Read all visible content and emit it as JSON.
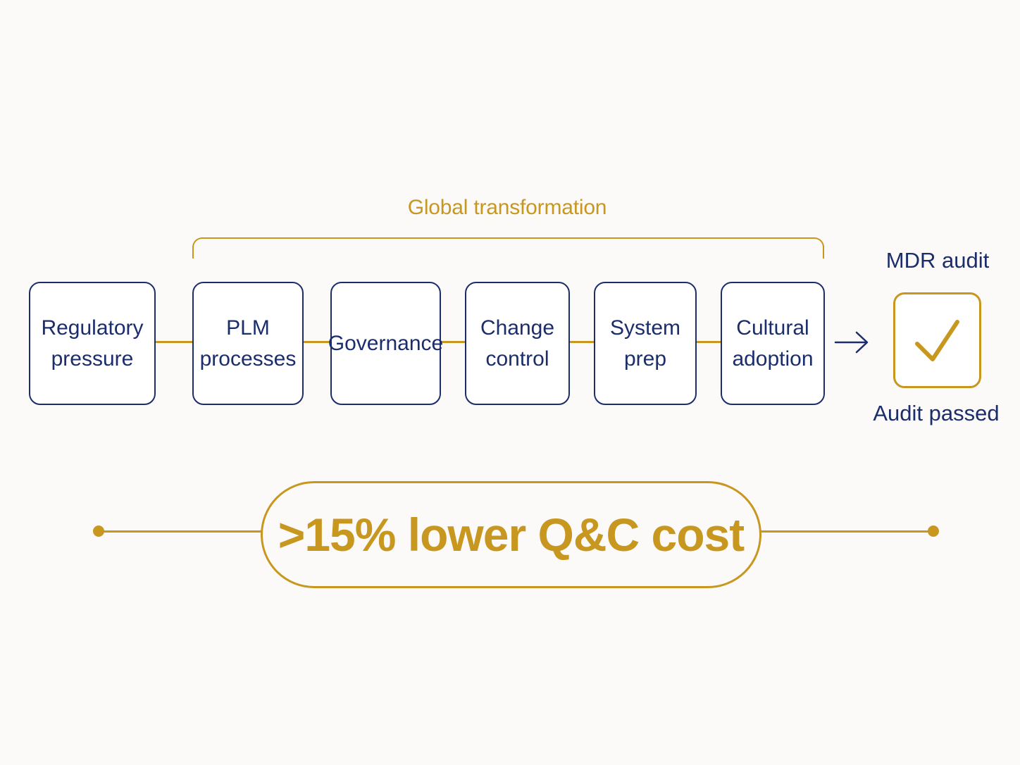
{
  "bracket_label": "Global transformation",
  "steps": [
    {
      "line1": "Regulatory",
      "line2": "pressure"
    },
    {
      "line1": "PLM",
      "line2": "processes"
    },
    {
      "line1": "Governance",
      "line2": ""
    },
    {
      "line1": "Change",
      "line2": "control"
    },
    {
      "line1": "System",
      "line2": "prep"
    },
    {
      "line1": "Cultural",
      "line2": "adoption"
    }
  ],
  "audit": {
    "title": "MDR audit",
    "caption": "Audit passed",
    "icon": "checkmark-icon"
  },
  "kpi": {
    "text": ">15% lower Q&C cost"
  },
  "colors": {
    "navy": "#1b2d6b",
    "gold": "#c8971f",
    "background": "#fbfaf8"
  }
}
